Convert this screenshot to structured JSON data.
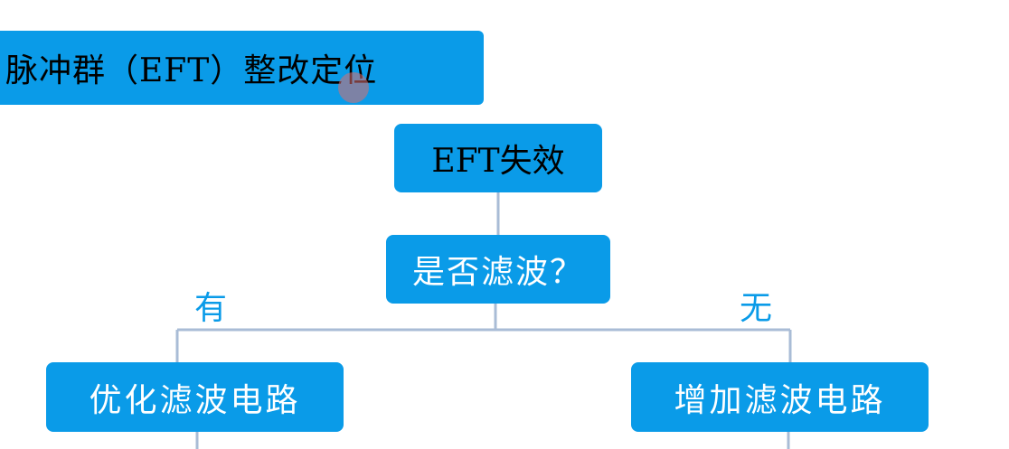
{
  "diagram": {
    "title": "脉冲群（EFT）整改定位",
    "nodes": {
      "root": "EFT失效",
      "decision": "是否滤波？",
      "yes_action": "优化滤波电路",
      "no_action": "增加滤波电路"
    },
    "edge_labels": {
      "yes": "有",
      "no": "无"
    }
  },
  "colors": {
    "box": "#0a9be8",
    "connector": "#a9bcd6",
    "label": "#0a9be8"
  }
}
